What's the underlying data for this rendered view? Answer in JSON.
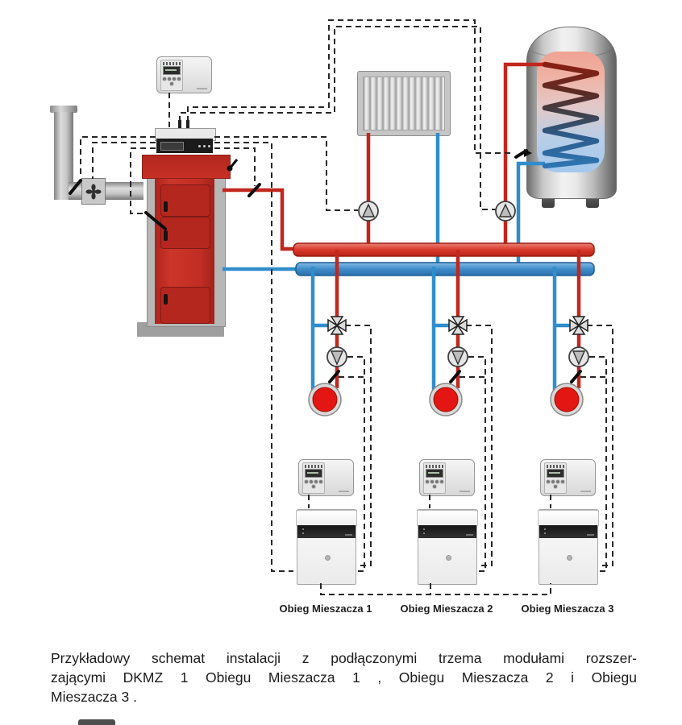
{
  "diagram": {
    "type": "heating-installation-schematic",
    "caption": {
      "line1": "Przykładowy schemat instalacji z podłączonymi trzema modułami rozszer-",
      "line2": "zającymi DKMZ 1 Obiegu Mieszacza 1 , Obiegu Mieszacza 2 i Obiegu",
      "line3": "Mieszacza 3 ."
    },
    "circuit_labels": [
      "Obieg Mieszacza 1",
      "Obieg Mieszacza 2",
      "Obieg Mieszacza 3"
    ],
    "icons": {
      "fan": "flue-fan-icon",
      "pump": "circulation-pump-icon",
      "mixing_valve": "four-way-mixing-valve-icon",
      "sensor": "temperature-sensor-icon"
    },
    "colors": {
      "supply_red": "#c2271d",
      "return_blue": "#2f8ecb",
      "boiler_red": "#c22e24",
      "load_red": "#e31613",
      "metal_gray": "#b7b7b7",
      "wire_dash": "#262626"
    }
  }
}
